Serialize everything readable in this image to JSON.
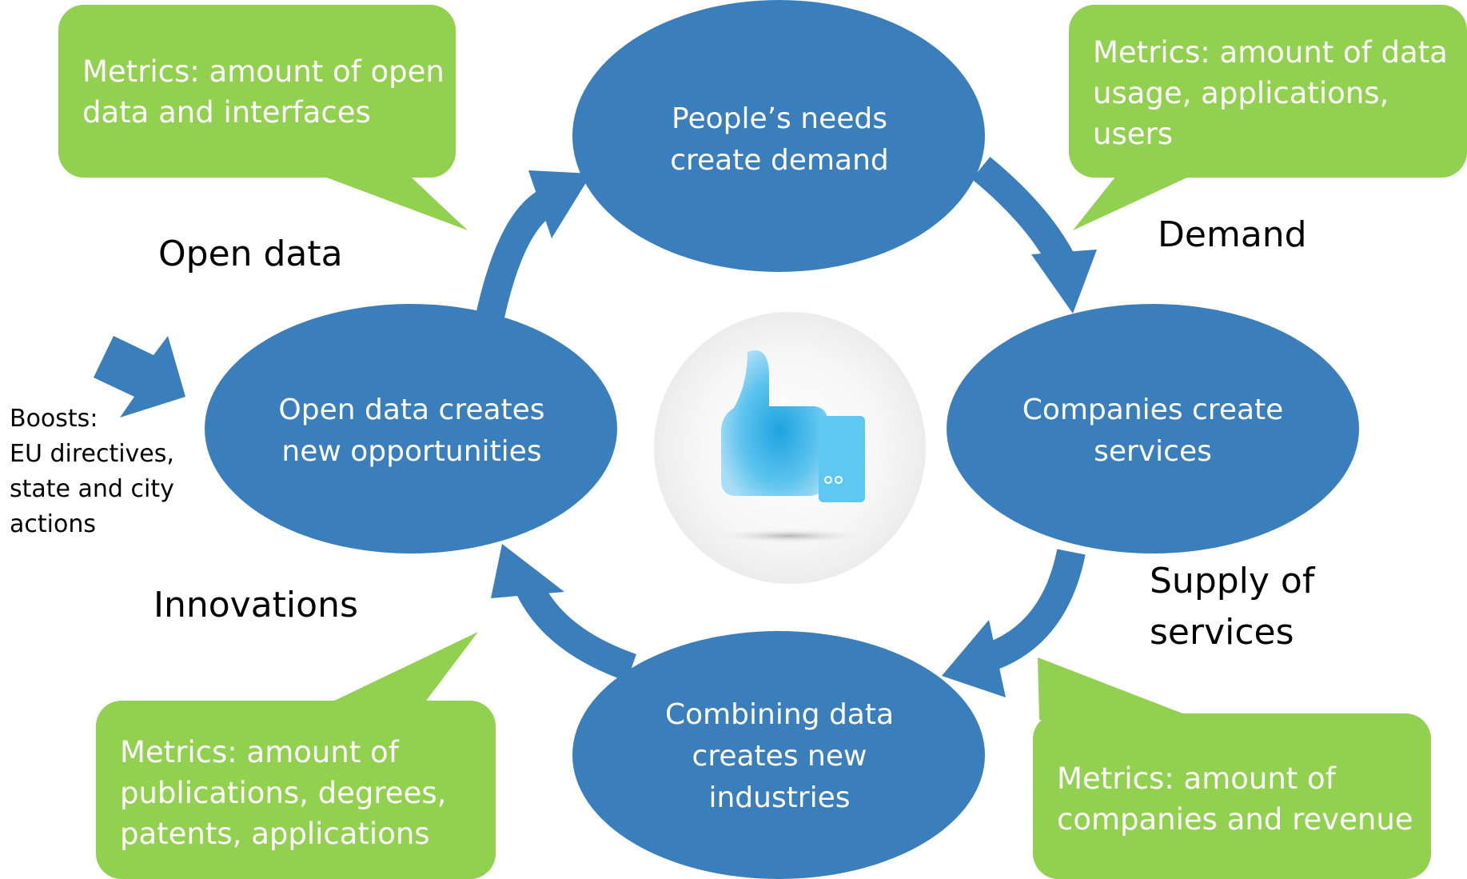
{
  "colors": {
    "node_fill": "#3a7fbb",
    "callout_fill": "#92d050",
    "arrow_fill": "#3a7fbb",
    "text_dark": "#000000",
    "text_light": "#ffffff"
  },
  "center_icon": "thumbs-up-icon",
  "nodes": {
    "top": {
      "lines": [
        "People’s needs",
        "create demand"
      ]
    },
    "right": {
      "lines": [
        "Companies create",
        "services"
      ]
    },
    "bottom": {
      "lines": [
        "Combining data",
        "creates new",
        "industries"
      ]
    },
    "left": {
      "lines": [
        "Open data creates",
        "new opportunities"
      ]
    }
  },
  "callouts": {
    "top_left": {
      "lines": [
        "Metrics: amount of open",
        "data and interfaces"
      ]
    },
    "top_right": {
      "lines": [
        "Metrics: amount of data",
        "usage, applications,",
        "users"
      ]
    },
    "bottom_left": {
      "lines": [
        "Metrics: amount of",
        "publications, degrees,",
        "patents, applications"
      ]
    },
    "bottom_right": {
      "lines": [
        "Metrics: amount of",
        "companies and revenue"
      ]
    }
  },
  "phases": {
    "open_data": {
      "lines": [
        "Open data"
      ]
    },
    "demand": {
      "lines": [
        "Demand"
      ]
    },
    "supply": {
      "lines": [
        "Supply of",
        "services"
      ]
    },
    "innovations": {
      "lines": [
        "Innovations"
      ]
    }
  },
  "boosts": {
    "lines": [
      "Boosts:",
      "EU directives,",
      "state and city",
      "actions"
    ]
  }
}
